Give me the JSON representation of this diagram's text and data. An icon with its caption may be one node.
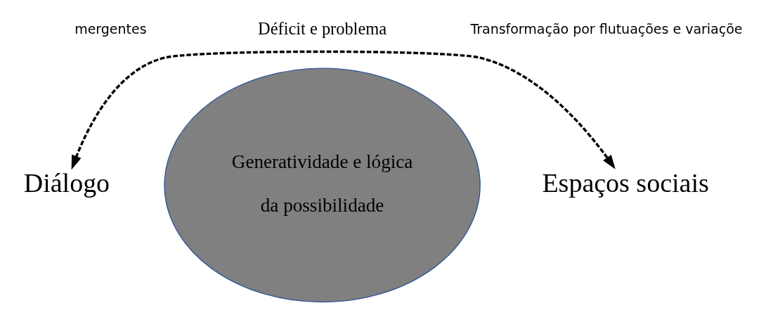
{
  "diagram": {
    "nodes": [
      {
        "text": [
          "Diálogo"
        ]
      },
      {
        "text": [
          "Generatividade e lógica",
          "da possibilidade"
        ]
      },
      {
        "text": [
          "Espaços sociais"
        ]
      }
    ],
    "edges": [
      {
        "from": 0,
        "to": 2,
        "arrow": "both",
        "style": "dashed"
      }
    ],
    "labels": [
      "mergentes",
      "Déficit e problema",
      "Transformação por flutuações e variaçõe"
    ]
  }
}
